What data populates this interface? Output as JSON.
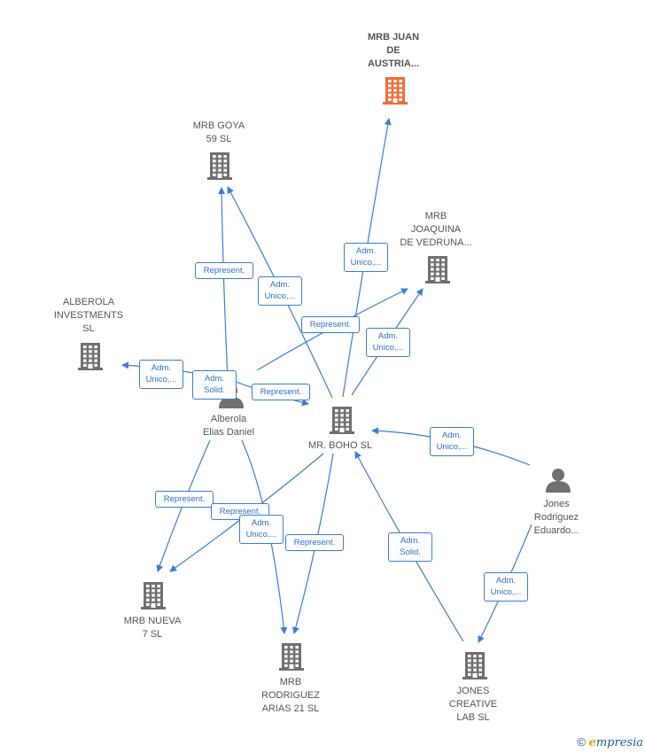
{
  "colors": {
    "edge": "#3a7fd5",
    "company": "#707070",
    "highlight": "#f26b3a",
    "person": "#707070"
  },
  "nodes": [
    {
      "id": "juan",
      "kind": "company",
      "highlight": true,
      "lines": [
        "MRB JUAN",
        "DE",
        "AUSTRIA..."
      ]
    },
    {
      "id": "goya",
      "kind": "company",
      "highlight": false,
      "lines": [
        "MRB GOYA",
        "59  SL"
      ]
    },
    {
      "id": "joaquina",
      "kind": "company",
      "highlight": false,
      "lines": [
        "MRB",
        "JOAQUINA",
        "DE VEDRUNA..."
      ]
    },
    {
      "id": "alberola_inv",
      "kind": "company",
      "highlight": false,
      "lines": [
        "ALBEROLA",
        "INVESTMENTS",
        "SL"
      ]
    },
    {
      "id": "alberola_p",
      "kind": "person",
      "highlight": false,
      "lines": [
        "Alberola",
        "Elias Daniel"
      ]
    },
    {
      "id": "boho",
      "kind": "company",
      "highlight": false,
      "lines": [
        "MR.  BOHO SL"
      ]
    },
    {
      "id": "jones_p",
      "kind": "person",
      "highlight": false,
      "lines": [
        "Jones",
        "Rodriguez",
        "Eduardo..."
      ]
    },
    {
      "id": "nueva",
      "kind": "company",
      "highlight": false,
      "lines": [
        "MRB NUEVA",
        "7  SL"
      ]
    },
    {
      "id": "rodriguez",
      "kind": "company",
      "highlight": false,
      "lines": [
        "MRB",
        "RODRIGUEZ",
        "ARIAS 21  SL"
      ]
    },
    {
      "id": "jones_c",
      "kind": "company",
      "highlight": false,
      "lines": [
        "JONES",
        "CREATIVE",
        "LAB  SL"
      ]
    }
  ],
  "edge_labels": [
    {
      "id": "e1",
      "lines": [
        "Represent."
      ]
    },
    {
      "id": "e2",
      "lines": [
        "Adm.",
        "Unico,..."
      ]
    },
    {
      "id": "e3",
      "lines": [
        "Adm.",
        "Unico,..."
      ]
    },
    {
      "id": "e4",
      "lines": [
        "Represent."
      ]
    },
    {
      "id": "e5",
      "lines": [
        "Adm.",
        "Unico,..."
      ]
    },
    {
      "id": "e6",
      "lines": [
        "Adm.",
        "Unico,..."
      ]
    },
    {
      "id": "e7",
      "lines": [
        "Adm.",
        "Solid."
      ]
    },
    {
      "id": "e8",
      "lines": [
        "Represent."
      ]
    },
    {
      "id": "e9",
      "lines": [
        "Represent."
      ]
    },
    {
      "id": "e10",
      "lines": [
        "Represent."
      ]
    },
    {
      "id": "e11",
      "lines": [
        "Adm.",
        "Unico,..."
      ]
    },
    {
      "id": "e12",
      "lines": [
        "Represent."
      ]
    },
    {
      "id": "e13",
      "lines": [
        "Adm.",
        "Unico,..."
      ]
    },
    {
      "id": "e14",
      "lines": [
        "Adm.",
        "Solid."
      ]
    },
    {
      "id": "e15",
      "lines": [
        "Adm.",
        "Unico,..."
      ]
    }
  ],
  "footer": {
    "copyright": "©",
    "brand_first": "e",
    "brand_rest": "mpresia"
  }
}
